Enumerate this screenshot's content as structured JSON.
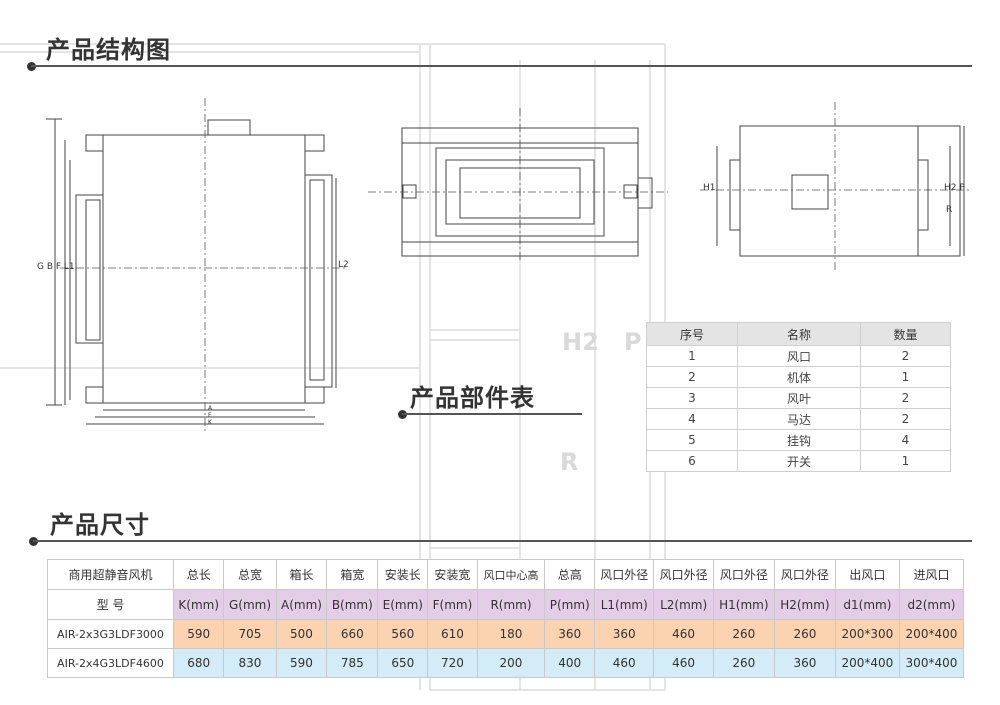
{
  "sections": {
    "structure_title": "产品结构图",
    "parts_title": "产品部件表",
    "size_title": "产品尺寸"
  },
  "watermark": {
    "h2": "H2",
    "p": "P",
    "r": "R"
  },
  "drawing_labels": {
    "front_left": "G B F L1",
    "front_right": "L2",
    "front_bottom_a": "A",
    "front_bottom_e": "E",
    "front_bottom_k": "K",
    "side_h1": "H1",
    "side_h2p": "H2 P",
    "side_r": "R"
  },
  "parts_table": {
    "headers": [
      "序号",
      "名称",
      "数量"
    ],
    "rows": [
      [
        "1",
        "风口",
        "2"
      ],
      [
        "2",
        "机体",
        "1"
      ],
      [
        "3",
        "风叶",
        "2"
      ],
      [
        "4",
        "马达",
        "2"
      ],
      [
        "5",
        "挂钩",
        "4"
      ],
      [
        "6",
        "开关",
        "1"
      ]
    ]
  },
  "size_table": {
    "header": [
      "商用超静音风机",
      "总长",
      "总宽",
      "箱长",
      "箱宽",
      "安装长",
      "安装宽",
      "风口中心高",
      "总高",
      "风口外径",
      "风口外径",
      "风口外径",
      "风口外径",
      "出风口",
      "进风口"
    ],
    "units": [
      "型 号",
      "K(mm)",
      "G(mm)",
      "A(mm)",
      "B(mm)",
      "E(mm)",
      "F(mm)",
      "R(mm)",
      "P(mm)",
      "L1(mm)",
      "L2(mm)",
      "H1(mm)",
      "H2(mm)",
      "d1(mm)",
      "d2(mm)"
    ],
    "rows": [
      [
        "AIR-2x3G3LDF3000",
        "590",
        "705",
        "500",
        "660",
        "560",
        "610",
        "180",
        "360",
        "360",
        "460",
        "260",
        "260",
        "200*300",
        "200*400"
      ],
      [
        "AIR-2x4G3LDF4600",
        "680",
        "830",
        "590",
        "785",
        "650",
        "720",
        "200",
        "400",
        "460",
        "460",
        "260",
        "360",
        "200*400",
        "300*400"
      ]
    ]
  }
}
